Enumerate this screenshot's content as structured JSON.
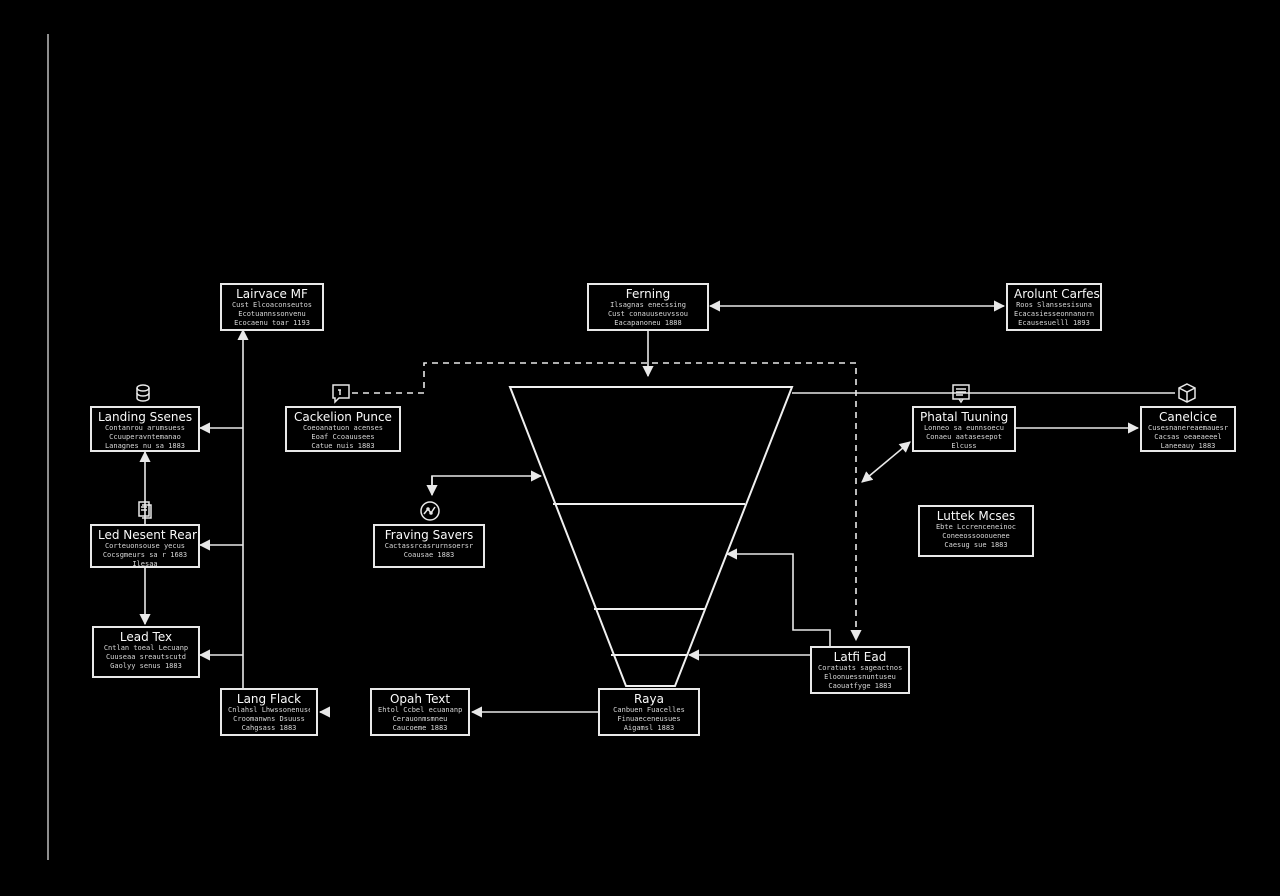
{
  "colors": {
    "background": "#000000",
    "stroke": "#e8e8e8"
  },
  "nodes": {
    "lairvace": {
      "title": "Lairvace MF",
      "lines": [
        "Cust Elcoaconseutos",
        "Ecotuannssonvenu",
        "Ecocaenu toar 1193"
      ]
    },
    "landing": {
      "title": "Landing Ssenes",
      "lines": [
        "Contanrou arumsuess",
        "Ccuuperavntemanao",
        "Lanagnes nu sa 1883"
      ]
    },
    "lead_nesent": {
      "title": "Led Nesent Rear",
      "lines": [
        "Corteuonsouse yecus",
        "Cocsgmeurs sa r 1683",
        "Ilesaa"
      ]
    },
    "lead_tex": {
      "title": "Lead Tex",
      "lines": [
        "Cntlan toeal Lecuanp",
        "Cuuseaa sreautscutd",
        "Gaolyy senus 1883"
      ]
    },
    "lang_flack": {
      "title": "Lang Flack",
      "lines": [
        "Cnlahsl Lhwssonenuseo",
        "Croomanwns Dsuuss",
        "Cahgsass 1883"
      ]
    },
    "cackelion": {
      "title": "Cackelion Punce",
      "lines": [
        "Coeoanatuon acenses",
        "Eoaf Ccoauusees",
        "Catue nuis 1883"
      ]
    },
    "fraving": {
      "title": "Fraving Savers",
      "lines": [
        "Cactassrcasrurnsoersr",
        "Coausae 1883"
      ]
    },
    "opah_text": {
      "title": "Opah Text",
      "lines": [
        "Ehtol Ccbel ecuananpo",
        "Cerauonmsmneu",
        "Caucoeme 1883"
      ]
    },
    "raya": {
      "title": "Raya",
      "lines": [
        "Canbuen Fuacelles",
        "Finuaeceneusues",
        "Aigamsl 1883"
      ]
    },
    "fering": {
      "title": "Ferning",
      "lines": [
        "Ilsagnas enecssing",
        "Cust conauuseuvssou",
        "Eacapanoneu 1888"
      ]
    },
    "arolunt": {
      "title": "Arolunt Carfes",
      "lines": [
        "Roos Slanssesisuna",
        "Ecacasiesseonnanorn",
        "Ecausesuelll 1893"
      ]
    },
    "phatal": {
      "title": "Phatal Tuuning",
      "lines": [
        "Lonneo sa eunnsoecu",
        "Conaeu aatasesepot",
        "Elcuss"
      ]
    },
    "canelcice": {
      "title": "Canelcice",
      "lines": [
        "Cusesnanereaemauesr",
        "Cacsas oeaeaeeel",
        "Laneeauy 1883"
      ]
    },
    "luttek": {
      "title": "Luttek Mcses",
      "lines": [
        "Ebte Lccrenceneinoc",
        "Coneeossooouenee",
        "Caesug sue 1883"
      ]
    },
    "latfi_ead": {
      "title": "Latfi Ead",
      "lines": [
        "Coratuats sageactnos",
        "Eloonuessnuntuseu",
        "Caouatfyge 1883"
      ]
    }
  },
  "icons": [
    "database-icon",
    "document-stack-icon",
    "chat-icon",
    "analytics-icon",
    "list-icon",
    "cube-icon"
  ]
}
